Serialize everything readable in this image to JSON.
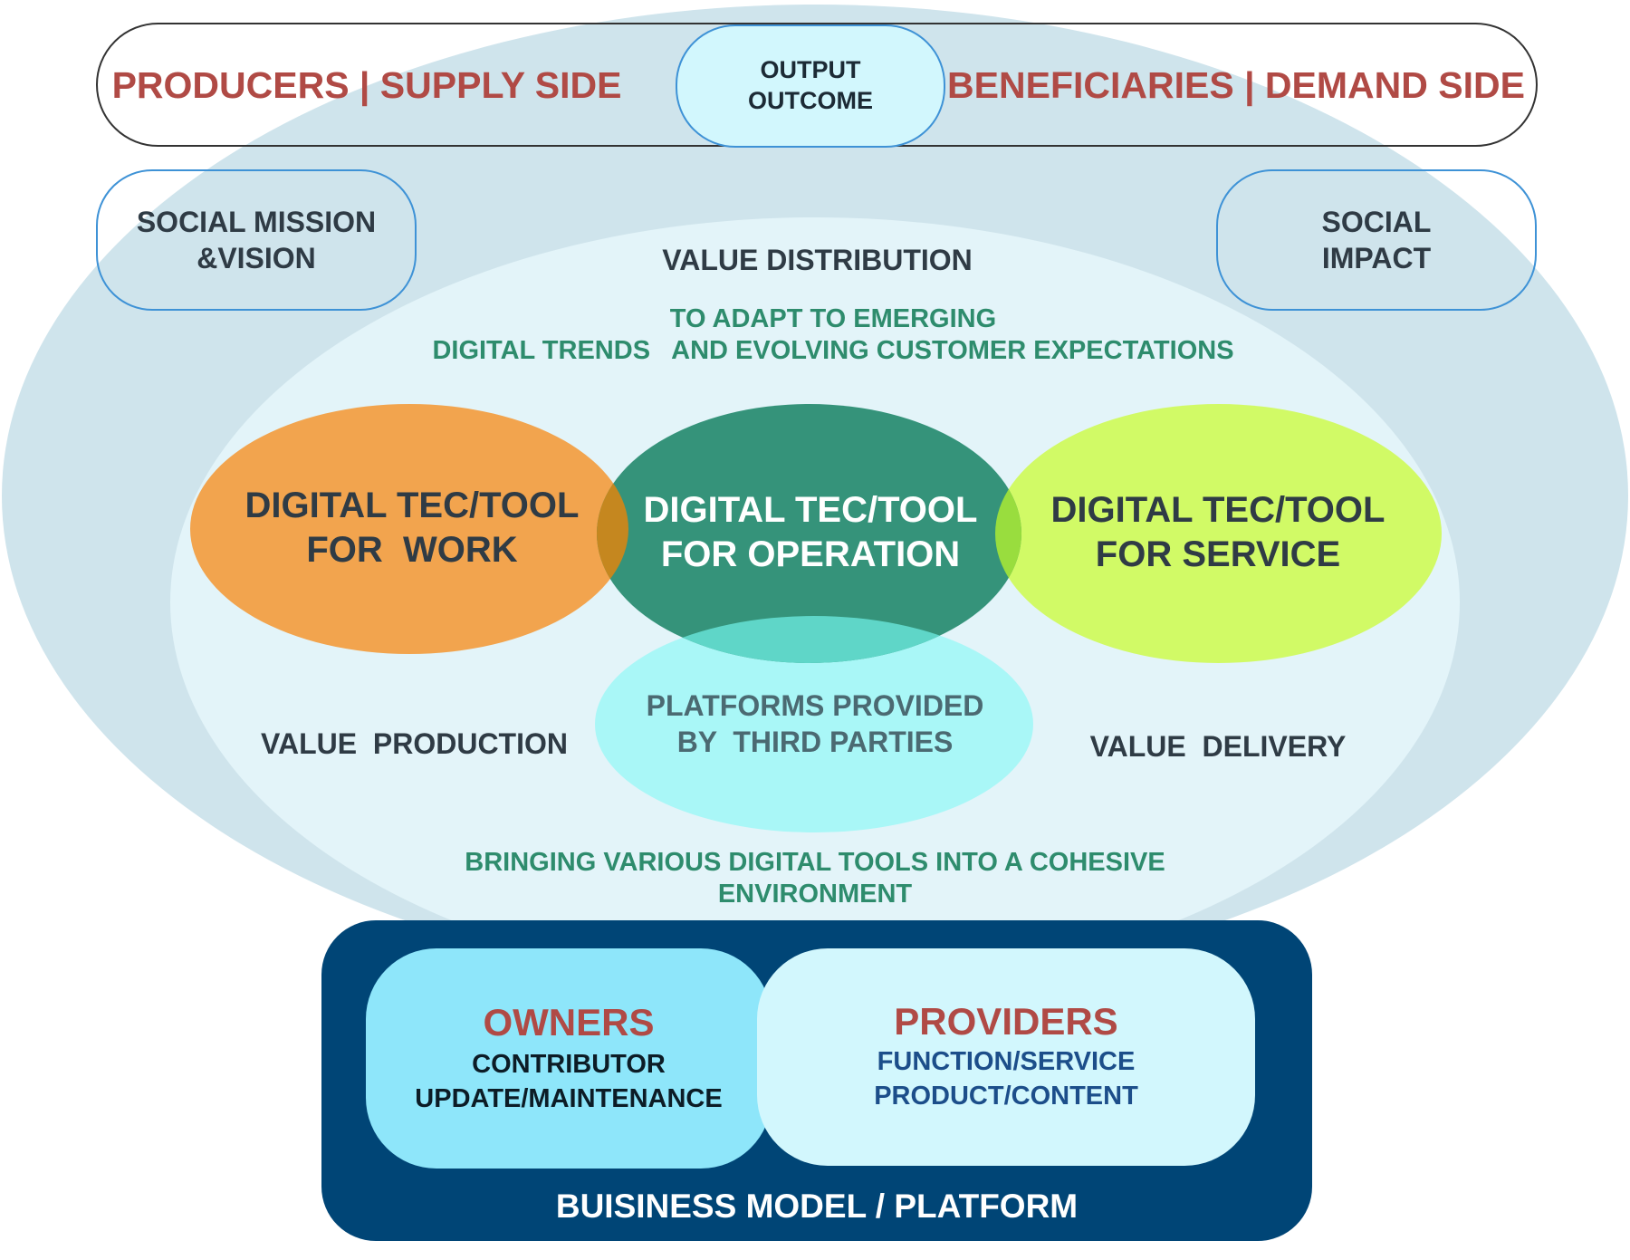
{
  "top_banner": {
    "left_label": "PRODUCERS | SUPPLY SIDE",
    "center_line1": "OUTPUT",
    "center_line2": "OUTCOME",
    "right_label": "BENEFICIARIES | DEMAND SIDE"
  },
  "corner_boxes": {
    "left_line1": "SOCIAL MISSION",
    "left_line2": "&VISION",
    "right_line1": "SOCIAL",
    "right_line2": "IMPACT"
  },
  "value_distribution": "VALUE DISTRIBUTION",
  "adapt_text": {
    "line1": "TO ADAPT TO EMERGING",
    "line2": "DIGITAL TRENDS   AND EVOLVING CUSTOMER EXPECTATIONS"
  },
  "circles": {
    "work": {
      "line1": "DIGITAL TEC/TOOL",
      "line2": "FOR  WORK"
    },
    "operation": {
      "line1": "DIGITAL TEC/TOOL",
      "line2": "FOR OPERATION"
    },
    "service": {
      "line1": "DIGITAL TEC/TOOL",
      "line2": "FOR SERVICE"
    },
    "platforms": {
      "line1": "PLATFORMS PROVIDED",
      "line2": "BY  THIRD PARTIES"
    }
  },
  "value_production": "VALUE  PRODUCTION",
  "value_delivery": "VALUE  DELIVERY",
  "bringing_text": {
    "line1": "BRINGING VARIOUS DIGITAL TOOLS INTO A COHESIVE",
    "line2": "ENVIRONMENT"
  },
  "business_model": {
    "owners": {
      "title": "OWNERS",
      "line1": "CONTRIBUTOR",
      "line2": "UPDATE/MAINTENANCE"
    },
    "providers": {
      "title": "PROVIDERS",
      "line1": "FUNCTION/SERVICE",
      "line2": "PRODUCT/CONTENT"
    },
    "footer": "BUISINESS MODEL / PLATFORM"
  },
  "colors": {
    "outer_ellipse": "#cfe4ec",
    "inner_ellipse": "#e3f4f9",
    "work": "#f2a44e",
    "operation": "#35937a",
    "service": "#d1fa66",
    "platforms": "#a9f7f7",
    "navy": "#004576",
    "accent_red": "#b04a45",
    "accent_green": "#2e8c6d"
  }
}
